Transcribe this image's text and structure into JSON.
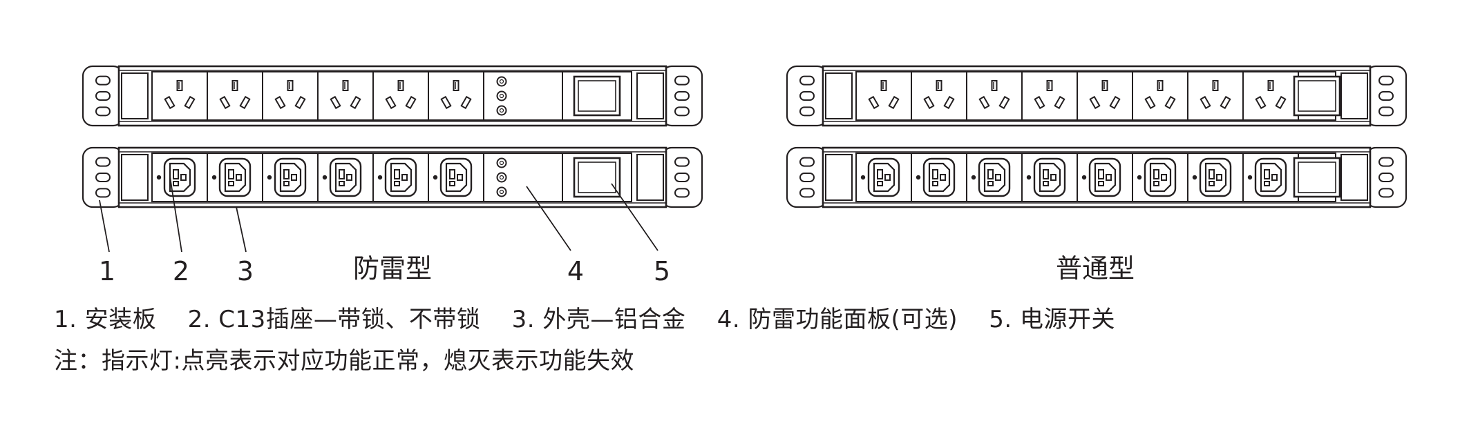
{
  "callouts": [
    "1",
    "2",
    "3",
    "4",
    "5"
  ],
  "types": {
    "surge": "防雷型",
    "standard": "普通型"
  },
  "legend": [
    "1. 安装板",
    "2. C13插座—带锁、不带锁",
    "3. 外壳—铝合金",
    "4. 防雷功能面板(可选)",
    "5. 电源开关"
  ],
  "note": "注：指示灯:点亮表示对应功能正常，熄灭表示功能失效",
  "units": [
    {
      "name": "surge-pdu-national",
      "socket_type": "national",
      "sockets": 6,
      "indicator_panel": true,
      "indicators": 3,
      "switch": true
    },
    {
      "name": "surge-pdu-c13",
      "socket_type": "c13",
      "sockets": 6,
      "indicator_panel": true,
      "indicators": 3,
      "switch": true
    },
    {
      "name": "standard-pdu-national",
      "socket_type": "national",
      "sockets": 8,
      "indicator_panel": false,
      "indicators": 0,
      "switch": true
    },
    {
      "name": "standard-pdu-c13",
      "socket_type": "c13",
      "sockets": 8,
      "indicator_panel": false,
      "indicators": 0,
      "switch": true
    }
  ],
  "colors": {
    "stroke": "#231f20",
    "fill": "#ffffff"
  }
}
